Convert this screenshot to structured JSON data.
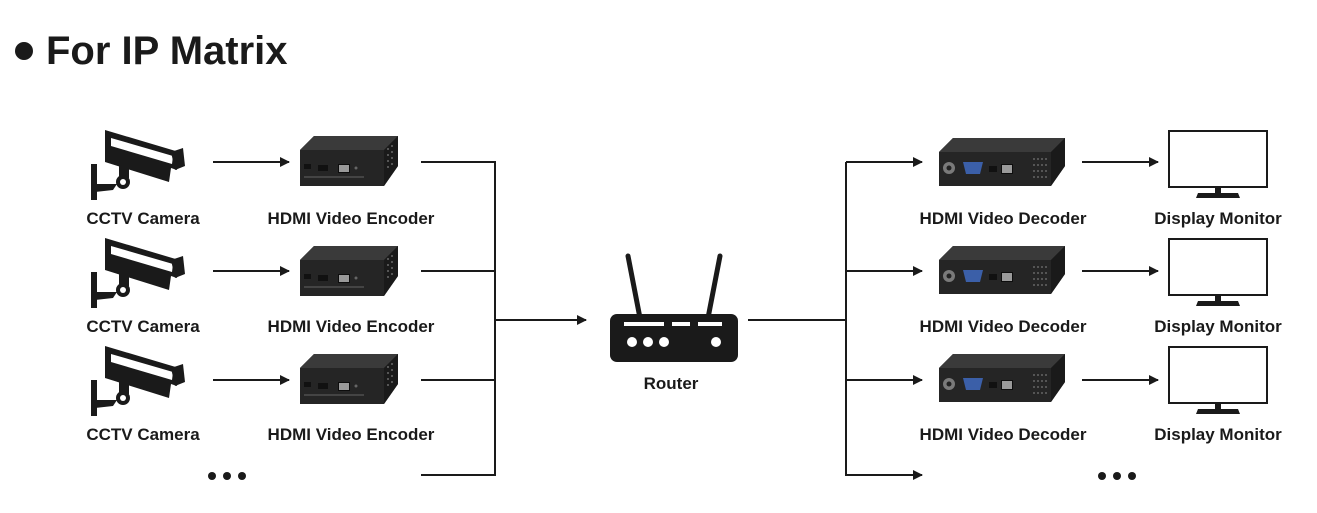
{
  "title": "For IP Matrix",
  "sources": [
    {
      "camera_label": "CCTV Camera",
      "encoder_label": "HDMI Video Encoder"
    },
    {
      "camera_label": "CCTV Camera",
      "encoder_label": "HDMI Video Encoder"
    },
    {
      "camera_label": "CCTV Camera",
      "encoder_label": "HDMI Video Encoder"
    }
  ],
  "router": {
    "label": "Router"
  },
  "outputs": [
    {
      "decoder_label": "HDMI Video Decoder",
      "monitor_label": "Display Monitor"
    },
    {
      "decoder_label": "HDMI Video Decoder",
      "monitor_label": "Display Monitor"
    },
    {
      "decoder_label": "HDMI Video Decoder",
      "monitor_label": "Display Monitor"
    }
  ],
  "icons": {
    "camera": "cctv-camera-icon",
    "encoder": "encoder-box-icon",
    "router": "router-icon",
    "decoder": "decoder-box-icon",
    "monitor": "display-monitor-icon",
    "more": "ellipsis-icon"
  },
  "colors": {
    "ink": "#1a1a1a",
    "device": "#2b2b2b",
    "device_top": "#3a3a3a",
    "background": "#ffffff"
  }
}
